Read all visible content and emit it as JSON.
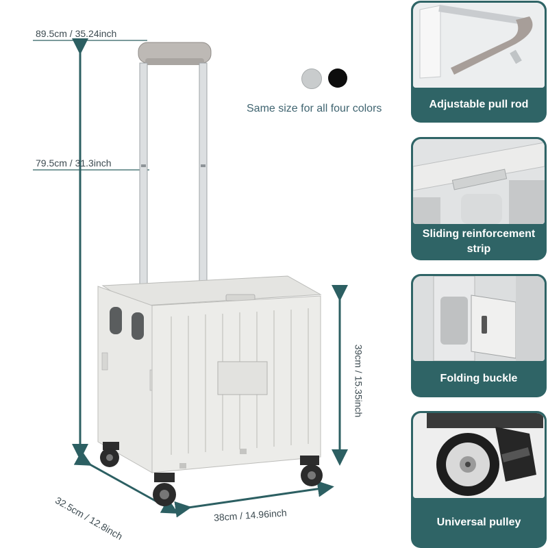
{
  "dimensions": {
    "total_height": "89.5cm / 35.24inch",
    "handle_height": "79.5cm / 31.3inch",
    "body_height": "39cm / 15.35inch",
    "width": "38cm / 14.96inch",
    "depth": "32.5cm / 12.8inch"
  },
  "colors_note": "Same size for all four colors",
  "swatches": [
    {
      "name": "gray",
      "color": "#c9cccd"
    },
    {
      "name": "black",
      "color": "#0d0d0d"
    }
  ],
  "accent_color": "#2f6466",
  "arrow_color": "#2c5f62",
  "features": [
    {
      "label": "Adjustable pull rod",
      "icon": "pull-rod-photo"
    },
    {
      "label": "Sliding reinforcement strip",
      "icon": "reinforcement-strip-photo"
    },
    {
      "label": "Folding buckle",
      "icon": "folding-buckle-photo"
    },
    {
      "label": "Universal pulley",
      "icon": "wheel-photo"
    }
  ]
}
